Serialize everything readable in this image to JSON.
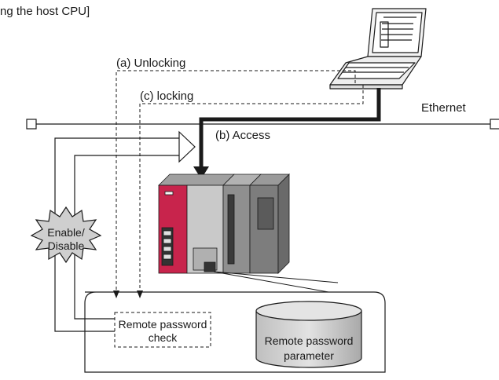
{
  "header": {
    "text": "ng the host CPU]"
  },
  "labels": {
    "unlocking": "(a) Unlocking",
    "locking": "(c) locking",
    "access": "(b) Access",
    "ethernet": "Ethernet"
  },
  "burst": {
    "text": "Enable/\nDisable"
  },
  "password_check": {
    "text": "Remote password\ncheck"
  },
  "password_parameter": {
    "text": "Remote password\nparameter"
  },
  "icons": [
    "laptop-computer",
    "plc-cpu-module",
    "database-cylinder",
    "starburst-callout"
  ],
  "colors": {
    "line": "#1a1a1a",
    "plc_red": "#c8244c",
    "plc_grey": "#8a8a8a",
    "cylinder": "#d0d0d0"
  }
}
